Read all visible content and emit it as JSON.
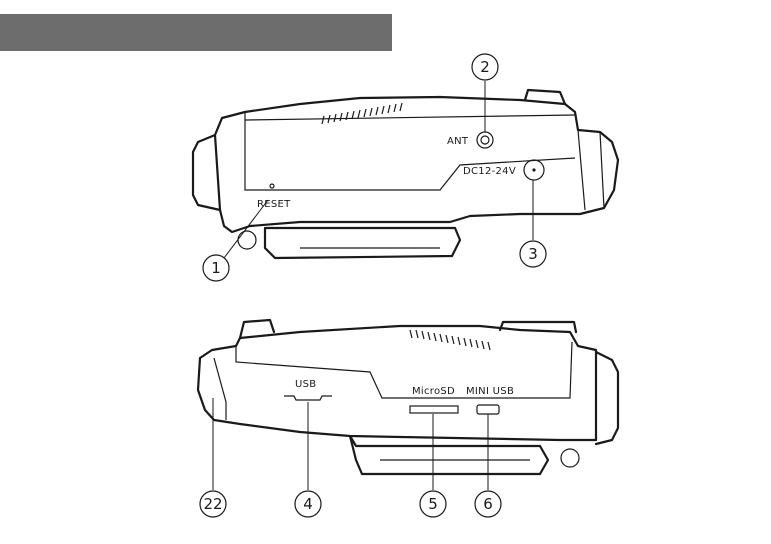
{
  "header": {
    "color": "#6d6d6d"
  },
  "top_view": {
    "labels": {
      "reset": "RESET",
      "ant": "ANT",
      "dc": "DC12-24V"
    },
    "callouts": [
      "1",
      "2",
      "3"
    ]
  },
  "bottom_view": {
    "labels": {
      "usb": "USB",
      "microsd": "MicroSD",
      "mini_usb": "MINI USB"
    },
    "callouts": [
      "22",
      "4",
      "5",
      "6"
    ]
  }
}
